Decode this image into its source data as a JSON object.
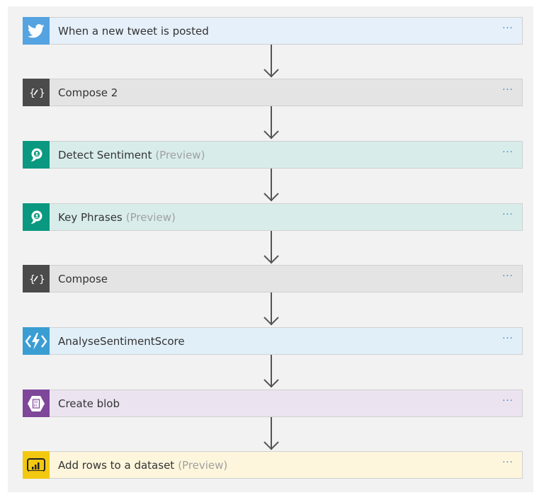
{
  "canvas": {
    "background": "#f2f2f2"
  },
  "steps": [
    {
      "title": "When a new tweet is posted",
      "preview": "",
      "icon": "twitter-icon",
      "icon_bg": "#55a3e0",
      "card_bg": "#e6f0fa",
      "more": "···"
    },
    {
      "title": "Compose 2",
      "preview": "",
      "icon": "compose-icon",
      "icon_bg": "#4a4b4a",
      "card_bg": "#e3e4e3",
      "more": "···"
    },
    {
      "title": "Detect Sentiment",
      "preview": "(Preview)",
      "icon": "cognitive-services-icon",
      "icon_bg": "#0a9880",
      "card_bg": "#d8edea",
      "more": "···"
    },
    {
      "title": "Key Phrases",
      "preview": "(Preview)",
      "icon": "cognitive-services-icon",
      "icon_bg": "#0a9880",
      "card_bg": "#d8edea",
      "more": "···"
    },
    {
      "title": "Compose",
      "preview": "",
      "icon": "compose-icon",
      "icon_bg": "#4a4b4a",
      "card_bg": "#e3e4e3",
      "more": "···"
    },
    {
      "title": "AnalyseSentimentScore",
      "preview": "",
      "icon": "azure-function-icon",
      "icon_bg": "#3a9ed3",
      "card_bg": "#e1eff8",
      "more": "···"
    },
    {
      "title": "Create blob",
      "preview": "",
      "icon": "blob-storage-icon",
      "icon_bg": "#7e479a",
      "card_bg": "#ebe3f0",
      "more": "···"
    },
    {
      "title": "Add rows to a dataset",
      "preview": "(Preview)",
      "icon": "power-bi-icon",
      "icon_bg": "#f2c811",
      "card_bg": "#fdf6dc",
      "more": "···"
    }
  ]
}
